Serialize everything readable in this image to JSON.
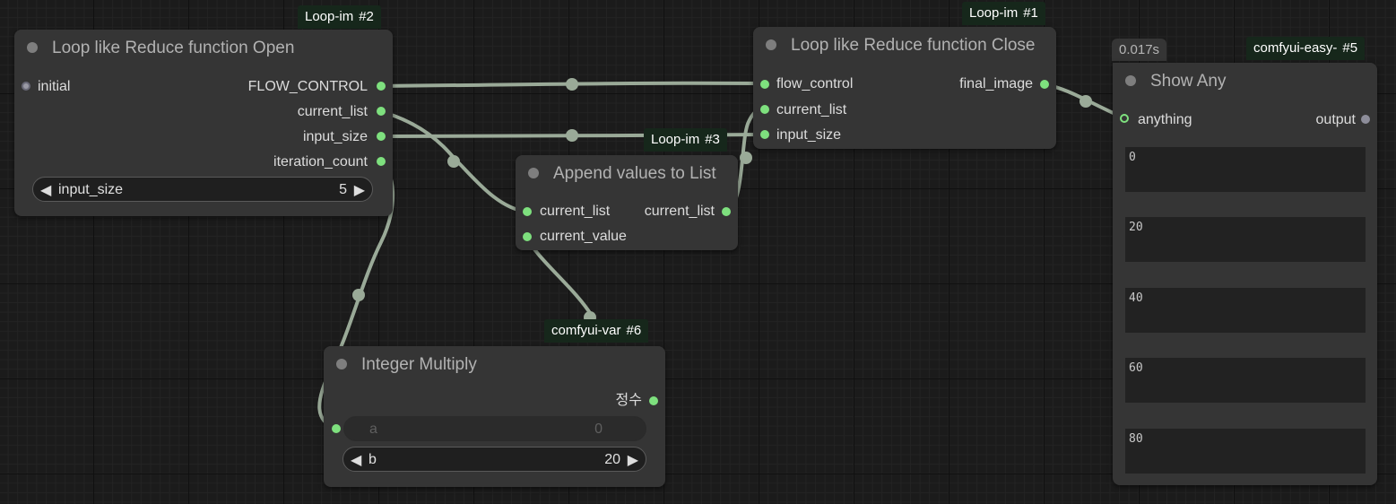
{
  "nodes": {
    "loop_open": {
      "title": "Loop like Reduce function Open",
      "tag": {
        "name": "Loop-im",
        "id": "#2"
      },
      "inputs": [
        "initial"
      ],
      "outputs": [
        "FLOW_CONTROL",
        "current_list",
        "input_size",
        "iteration_count"
      ],
      "widget": {
        "label": "input_size",
        "value": "5"
      }
    },
    "loop_close": {
      "title": "Loop like Reduce function Close",
      "tag": {
        "name": "Loop-im",
        "id": "#1"
      },
      "inputs": [
        "flow_control",
        "current_list",
        "input_size"
      ],
      "outputs": [
        "final_image"
      ]
    },
    "append": {
      "title": "Append values to List",
      "tag": {
        "name": "Loop-im",
        "id": "#3"
      },
      "inputs": [
        "current_list",
        "current_value"
      ],
      "outputs": [
        "current_list"
      ]
    },
    "multiply": {
      "title": "Integer Multiply",
      "tag": {
        "name": "comfyui-var",
        "id": "#6"
      },
      "outputs": [
        "정수"
      ],
      "widget_a": {
        "label": "a",
        "value": "0"
      },
      "widget_b": {
        "label": "b",
        "value": "20"
      }
    },
    "show_any": {
      "title": "Show Any",
      "tag": {
        "name": "comfyui-easy-",
        "id": "#5"
      },
      "time": "0.017s",
      "inputs": [
        "anything"
      ],
      "outputs": [
        "output"
      ],
      "values": [
        "0",
        "20",
        "40",
        "60",
        "80"
      ]
    }
  },
  "colors": {
    "canvas": "#1b1b1b",
    "node_bg": "#353535",
    "slot_active": "#7ee07e",
    "wire": "#9aaa98",
    "tag_bg": "#16271b"
  }
}
